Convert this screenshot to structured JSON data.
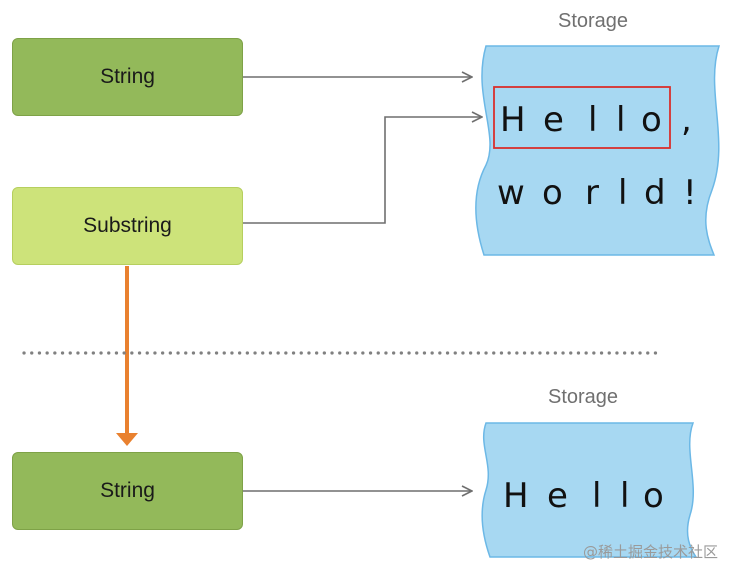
{
  "top": {
    "string_label": "String",
    "substring_label": "Substring",
    "storage_title": "Storage",
    "storage_line1_chars": [
      "H",
      "e",
      "l",
      "l",
      "o",
      ","
    ],
    "storage_line2_chars": [
      "w",
      "o",
      "r",
      "l",
      "d",
      "!"
    ]
  },
  "bottom": {
    "string_label": "String",
    "storage_title": "Storage",
    "storage_chars": [
      "H",
      "e",
      "l",
      "l",
      "o"
    ]
  },
  "watermark": "@稀土掘金技术社区",
  "colors": {
    "string_box": "#93b95a",
    "substring_box": "#cde37a",
    "storage_fill": "#a7d8f2",
    "arrow_gray": "#6f6f6f",
    "arrow_orange": "#e9812f",
    "highlight_red": "#d9302c"
  }
}
